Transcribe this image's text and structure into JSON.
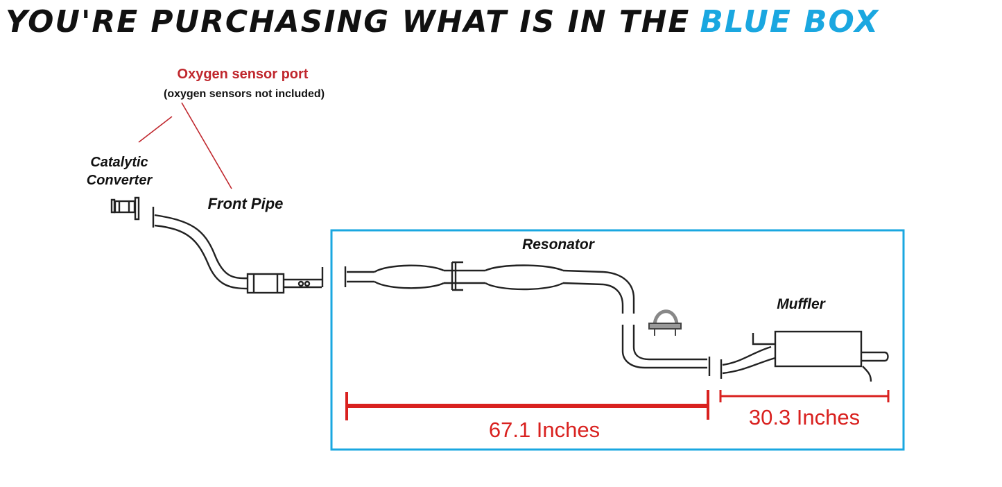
{
  "header": {
    "headline": "YOU'RE PURCHASING WHAT IS IN THE",
    "headline_highlight": "BLUE BOX",
    "highlight_color": "#1aa7e0"
  },
  "callout": {
    "title": "Oxygen sensor port",
    "subtitle": "(oxygen sensors not included)",
    "color": "#c0272d"
  },
  "labels": {
    "catalytic_converter": "Catalytic Converter",
    "front_pipe": "Front Pipe",
    "resonator": "Resonator",
    "muffler": "Muffler"
  },
  "dimensions": {
    "resonator_length": "67.1 Inches",
    "muffler_length": "30.3 Inches",
    "color": "#d9211f"
  },
  "box_color": "#1aa7e0"
}
